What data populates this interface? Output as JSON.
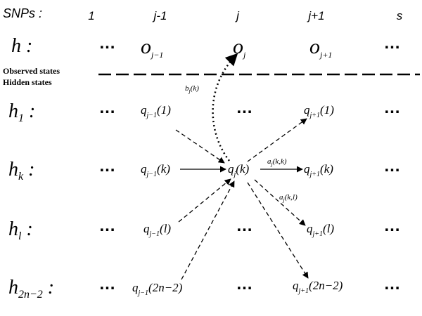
{
  "header": {
    "label": "SNPs :",
    "columns": [
      "1",
      "j-1",
      "j",
      "j+1",
      "s"
    ]
  },
  "observed": {
    "label": "h :",
    "values": [
      "…",
      "o",
      "o",
      "o",
      "…"
    ],
    "subscripts": [
      "",
      "j−1",
      "j",
      "j+1",
      ""
    ]
  },
  "separator": {
    "top_label": "Observed states",
    "bottom_label": "Hidden states"
  },
  "emission_label": {
    "base": "b",
    "sub": "j",
    "arg": "(k)"
  },
  "ellipsis": "…",
  "hidden_rows": [
    {
      "label": "h",
      "sub": "1",
      "colon": ":",
      "prev": {
        "base": "q",
        "sub": "j−1",
        "arg": "(1)"
      },
      "next": {
        "base": "q",
        "sub": "j+1",
        "arg": "(1)"
      }
    },
    {
      "label": "h",
      "sub": "k",
      "colon": ":",
      "prev": {
        "base": "q",
        "sub": "j−1",
        "arg": "(k)"
      },
      "next": {
        "base": "q",
        "sub": "j+1",
        "arg": "(k)"
      }
    },
    {
      "label": "h",
      "sub": "l",
      "colon": ":",
      "prev": {
        "base": "q",
        "sub": "j−1",
        "arg": "(l)"
      },
      "next": {
        "base": "q",
        "sub": "j+1",
        "arg": "(l)"
      }
    },
    {
      "label": "h",
      "sub": "2n−2",
      "colon": ":",
      "prev": {
        "base": "q",
        "sub": "j−1",
        "arg": "(2n−2)"
      },
      "next": {
        "base": "q",
        "sub": "j+1",
        "arg": "(2n−2)"
      }
    }
  ],
  "center_state": {
    "base": "q",
    "sub": "j",
    "arg": "(k)"
  },
  "transitions": [
    {
      "base": "a",
      "sub": "j",
      "arg": "(k,k)"
    },
    {
      "base": "a",
      "sub": "j",
      "arg": "(k,l)"
    }
  ]
}
